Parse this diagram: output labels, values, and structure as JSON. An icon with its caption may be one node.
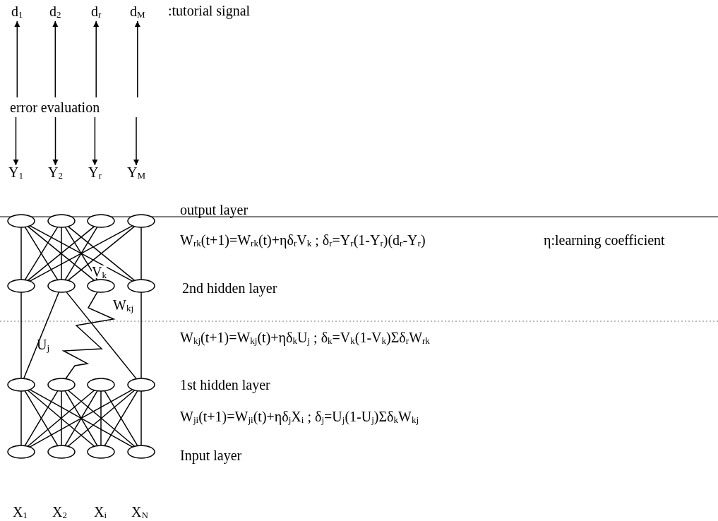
{
  "diagram": {
    "nodes": [
      {
        "text": [
          "d$_{1}$"
        ]
      },
      {
        "text": [
          "d$_{2}$"
        ]
      },
      {
        "text": [
          "d$_{r}$"
        ]
      },
      {
        "text": [
          "d$_{M}$"
        ]
      },
      {
        "text": [
          "error evaluation"
        ]
      },
      {
        "text": [
          "Y$_{1}$"
        ]
      },
      {
        "text": [
          "Y$_{2}$"
        ]
      },
      {
        "text": [
          "Y$_{r}$"
        ]
      },
      {
        "text": [
          "Y$_{M}$"
        ]
      },
      {
        "text": [],
        "shape": "circle"
      },
      {
        "text": [],
        "shape": "circle"
      },
      {
        "text": [],
        "shape": "circle"
      },
      {
        "text": [],
        "shape": "circle"
      },
      {
        "text": [],
        "shape": "circle"
      },
      {
        "text": [],
        "shape": "circle"
      },
      {
        "text": [],
        "shape": "circle"
      },
      {
        "text": [],
        "shape": "circle"
      },
      {
        "text": [],
        "shape": "circle"
      },
      {
        "text": [],
        "shape": "circle"
      },
      {
        "text": [],
        "shape": "circle"
      },
      {
        "text": [],
        "shape": "circle"
      },
      {
        "text": [],
        "shape": "circle"
      },
      {
        "text": [],
        "shape": "circle"
      },
      {
        "text": [],
        "shape": "circle"
      },
      {
        "text": [],
        "shape": "circle"
      }
    ],
    "edges": [
      {
        "from": 4,
        "to": 0,
        "arrow": "to"
      },
      {
        "from": 4,
        "to": 1,
        "arrow": "to"
      },
      {
        "from": 4,
        "to": 2,
        "arrow": "to"
      },
      {
        "from": 4,
        "to": 3,
        "arrow": "to"
      },
      {
        "from": 4,
        "to": 5,
        "arrow": "to"
      },
      {
        "from": 4,
        "to": 6,
        "arrow": "to"
      },
      {
        "from": 4,
        "to": 7,
        "arrow": "to"
      },
      {
        "from": 4,
        "to": 8,
        "arrow": "to"
      },
      {
        "from": 9,
        "to": 13,
        "arrow": "none"
      },
      {
        "from": 9,
        "to": 14,
        "arrow": "none"
      },
      {
        "from": 9,
        "to": 15,
        "arrow": "none"
      },
      {
        "from": 9,
        "to": 16,
        "arrow": "none"
      },
      {
        "from": 10,
        "to": 13,
        "arrow": "none"
      },
      {
        "from": 10,
        "to": 14,
        "arrow": "none"
      },
      {
        "from": 10,
        "to": 15,
        "arrow": "none"
      },
      {
        "from": 10,
        "to": 16,
        "arrow": "none"
      },
      {
        "from": 11,
        "to": 13,
        "arrow": "none"
      },
      {
        "from": 11,
        "to": 14,
        "arrow": "none"
      },
      {
        "from": 12,
        "to": 13,
        "arrow": "none"
      },
      {
        "from": 12,
        "to": 14,
        "arrow": "none"
      },
      {
        "from": 12,
        "to": 16,
        "arrow": "none"
      },
      {
        "from": 13,
        "to": 17,
        "arrow": "none"
      },
      {
        "from": 14,
        "to": 17,
        "arrow": "none"
      },
      {
        "from": 14,
        "to": 20,
        "arrow": "none"
      },
      {
        "from": 15,
        "to": 18,
        "arrow": "none"
      },
      {
        "from": 16,
        "to": 20,
        "arrow": "none"
      },
      {
        "from": 17,
        "to": 21,
        "arrow": "none"
      },
      {
        "from": 17,
        "to": 22,
        "arrow": "none"
      },
      {
        "from": 17,
        "to": 23,
        "arrow": "none"
      },
      {
        "from": 17,
        "to": 24,
        "arrow": "none"
      },
      {
        "from": 18,
        "to": 21,
        "arrow": "none"
      },
      {
        "from": 18,
        "to": 22,
        "arrow": "none"
      },
      {
        "from": 18,
        "to": 23,
        "arrow": "none"
      },
      {
        "from": 18,
        "to": 24,
        "arrow": "none"
      },
      {
        "from": 19,
        "to": 21,
        "arrow": "none"
      },
      {
        "from": 19,
        "to": 22,
        "arrow": "none"
      },
      {
        "from": 19,
        "to": 23,
        "arrow": "none"
      },
      {
        "from": 19,
        "to": 24,
        "arrow": "none"
      },
      {
        "from": 20,
        "to": 21,
        "arrow": "none"
      },
      {
        "from": 20,
        "to": 22,
        "arrow": "none"
      },
      {
        "from": 20,
        "to": 23,
        "arrow": "none"
      },
      {
        "from": 20,
        "to": 24,
        "arrow": "none"
      }
    ],
    "labels": [
      ":tutorial signal",
      "output layer",
      "W$_{rk}$(t+1)=W$_{rk}$(t)+ηδ$_{r}$V$_{k}$ ; δ$_{r}$=Y$_{r}$(1-Y$_{r}$)(d$_{r}$-Y$_{r}$)",
      "η:learning coefficient",
      "V$_{k}$",
      "2nd hidden layer",
      "W$_{kj}$",
      "W$_{kj}$(t+1)=W$_{kj}$(t)+ηδ$_{k}$U$_{j}$ ; δ$_{k}$=V$_{k}$(1-V$_{k}$)Σδ$_{r}$W$_{rk}$",
      "U$_{j}$",
      "1st hidden layer",
      "W$_{ji}$(t+1)=W$_{ji}$(t)+ηδ$_{j}$X$_{i}$ ; δ$_{j}$=U$_{j}$(1-U$_{j}$)Σδ$_{k}$W$_{kj}$",
      "Input layer",
      "X$_{1}$",
      "X$_{2}$",
      "X$_{i}$",
      "X$_{N}$"
    ]
  }
}
